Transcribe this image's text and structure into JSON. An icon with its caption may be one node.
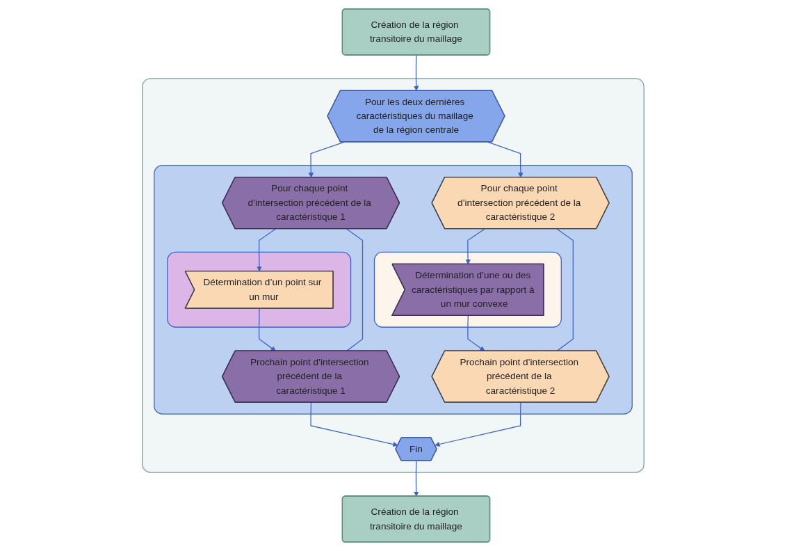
{
  "diagram": {
    "nodes": [
      {
        "text": [
          "Création de la région transitoire du maillage"
        ]
      },
      {
        "text": [],
        "shape": "box"
      },
      {
        "text": [
          "Pour les deux dernières caractéristiques du maillage de la région centrale"
        ],
        "in": 1
      },
      {
        "text": [],
        "shape": "box",
        "in": 1
      },
      {
        "text": [
          "Pour chaque point d’intersection précédent de la caractéristique 1"
        ],
        "in": 3
      },
      {
        "text": [],
        "shape": "box",
        "in": 3
      },
      {
        "text": [
          "Détermination d’un point sur un mur"
        ],
        "in": 5
      },
      {
        "text": [
          "Prochain point d’intersection précédent de la caractéristique 1"
        ],
        "in": 3
      },
      {
        "text": [
          "Pour chaque point d’intersection précédent de la caractéristique 2"
        ],
        "in": 3
      },
      {
        "text": [],
        "shape": "box",
        "in": 3
      },
      {
        "text": [
          "Détermination d’une ou des caractéristiques par rapport à un mur convexe"
        ],
        "in": 9
      },
      {
        "text": [
          "Prochain point d’intersection précédent de la caractéristique 2"
        ],
        "in": 3
      },
      {
        "text": [
          "Fin"
        ],
        "in": 1
      },
      {
        "text": [
          "Création de la région transitoire du maillage"
        ]
      }
    ],
    "edges": [
      {
        "from": 0,
        "to": 2,
        "arrow": "to"
      },
      {
        "from": 2,
        "to": 4,
        "arrow": "to"
      },
      {
        "from": 2,
        "to": 8,
        "arrow": "to"
      },
      {
        "from": 4,
        "to": 6,
        "arrow": "to"
      },
      {
        "from": 6,
        "to": 7,
        "arrow": "to"
      },
      {
        "from": 7,
        "to": 4,
        "arrow": "none"
      },
      {
        "from": 8,
        "to": 10,
        "arrow": "to"
      },
      {
        "from": 10,
        "to": 11,
        "arrow": "to"
      },
      {
        "from": 11,
        "to": 8,
        "arrow": "none"
      },
      {
        "from": 7,
        "to": 12,
        "arrow": "to"
      },
      {
        "from": 11,
        "to": 12,
        "arrow": "to"
      },
      {
        "from": 12,
        "to": 13,
        "arrow": "to"
      }
    ]
  }
}
